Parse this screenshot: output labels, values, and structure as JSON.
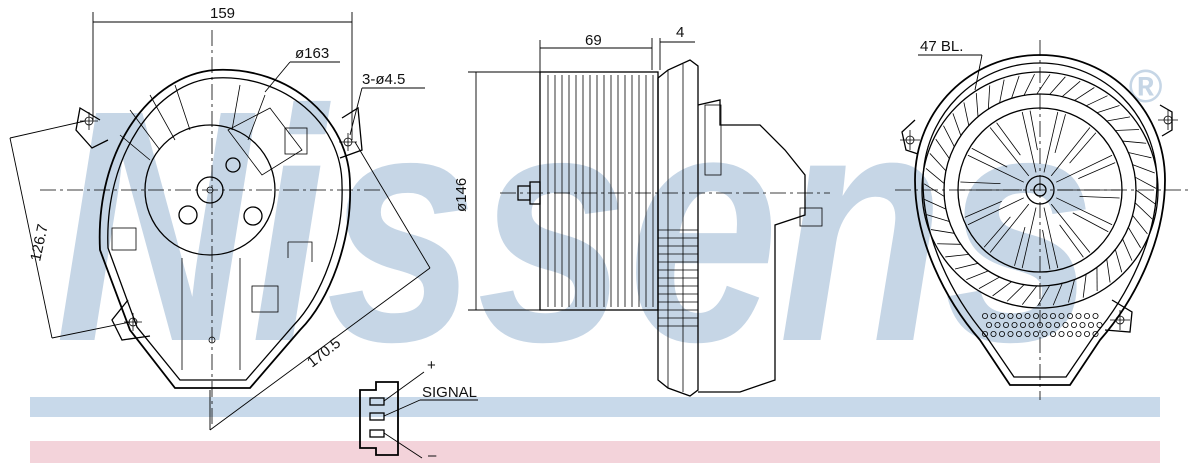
{
  "watermark": {
    "text": "Nissens",
    "mark": "®",
    "color": "#c6d6e6"
  },
  "stripes": {
    "blue": "#c8d9ea",
    "pink": "#f3d3da"
  },
  "dimensions": {
    "width_159": "159",
    "dia_163": "ø163",
    "holes": "3-ø4.5",
    "height_126_7": "126.7",
    "diag_170_5": "170.5",
    "depth_69": "69",
    "flange_4": "4",
    "dia_146": "ø146",
    "blades": "47 BL."
  },
  "connector": {
    "plus": "+",
    "signal": "SIGNAL",
    "minus": "–"
  }
}
